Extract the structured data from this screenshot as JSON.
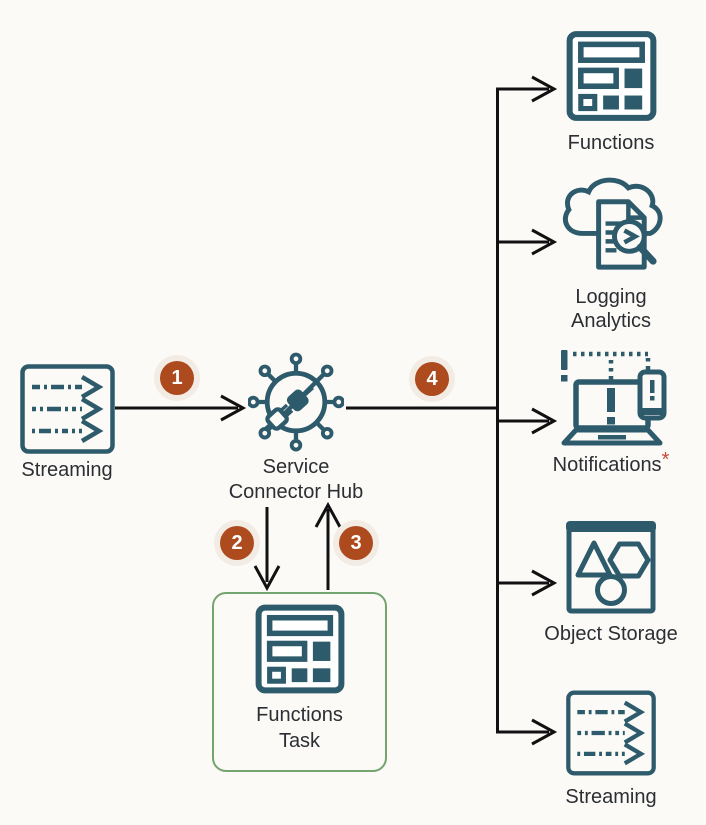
{
  "diagram": {
    "type": "service-connector-hub-flow",
    "colors": {
      "background": "#fcfaf7",
      "icon_teal": "#2e5b6b",
      "badge_brown": "#ad4a1e",
      "badge_halo": "#f2ece4",
      "label_dark": "#2b2f33",
      "asterisk_red": "#c74634",
      "task_box_green": "#74a46f",
      "connector_black": "#111111"
    },
    "nodes": {
      "streaming_source": {
        "label": "Streaming"
      },
      "hub": {
        "line1": "Service",
        "line2": "Connector Hub"
      },
      "functions_task": {
        "line1": "Functions",
        "line2": "Task"
      },
      "functions": {
        "label": "Functions"
      },
      "logging_analytics": {
        "line1": "Logging",
        "line2": "Analytics"
      },
      "notifications": {
        "label": "Notifications",
        "asterisk": "*"
      },
      "object_storage": {
        "label": "Object Storage"
      },
      "streaming_target": {
        "label": "Streaming"
      }
    },
    "flows": [
      {
        "step": "1",
        "from": "Streaming",
        "to": "Service Connector Hub"
      },
      {
        "step": "2",
        "from": "Service Connector Hub",
        "to": "Functions Task"
      },
      {
        "step": "3",
        "from": "Functions Task",
        "to": "Service Connector Hub"
      },
      {
        "step": "4",
        "from": "Service Connector Hub",
        "to": "Functions, Logging Analytics, Notifications, Object Storage, Streaming"
      }
    ]
  }
}
